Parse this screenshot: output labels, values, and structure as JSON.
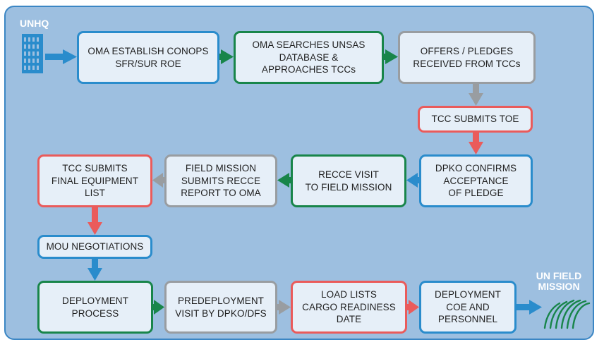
{
  "labels": {
    "start": "UNHQ",
    "end": "UN FIELD\nMISSION"
  },
  "steps": {
    "oma_establish": "OMA ESTABLISH CONOPS\nSFR/SUR ROE",
    "oma_searches": "OMA SEARCHES UNSAS\nDATABASE &\nAPPROACHES TCCs",
    "offers_pledges": "OFFERS / PLEDGES\nRECEIVED FROM TCCs",
    "tcc_submits_toe": "TCC SUBMITS TOE",
    "dpko_confirms": "DPKO CONFIRMS\nACCEPTANCE\nOF PLEDGE",
    "recce_visit": "RECCE VISIT\nTO FIELD MISSION",
    "field_mission_report": "FIELD MISSION\nSUBMITS RECCE\nREPORT TO OMA",
    "tcc_final_list": "TCC SUBMITS\nFINAL EQUIPMENT\nLIST",
    "mou_negotiations": "MOU NEGOTIATIONS",
    "deployment_process": "DEPLOYMENT\nPROCESS",
    "predeployment_visit": "PREDEPLOYMENT\nVISIT BY DPKO/DFS",
    "load_lists": "LOAD LISTS\nCARGO READINESS\nDATE",
    "deployment_coe": "DEPLOYMENT\nCOE AND\nPERSONNEL"
  },
  "colors": {
    "panel": "#9dbfe0",
    "panel_border": "#3b86c4",
    "box_fill": "#e6eff8",
    "blue": "#2a8ccc",
    "green": "#18854a",
    "gray": "#999da1",
    "red": "#ea5b5b"
  },
  "icons": {
    "start": "building-icon",
    "end": "field-mission-icon"
  }
}
